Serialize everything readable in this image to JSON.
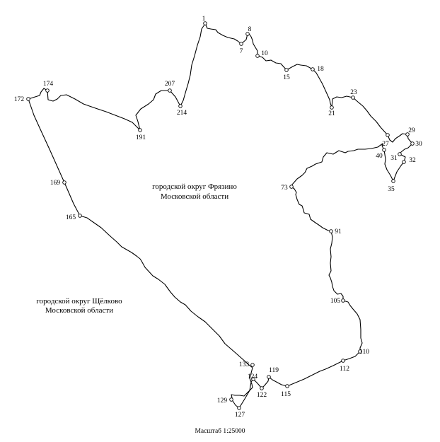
{
  "map": {
    "areas": [
      {
        "id": "fryazino",
        "lines": [
          "городской округ Фрязино",
          "Московской области"
        ]
      },
      {
        "id": "shchelkovo",
        "lines": [
          "городской округ Щёлково",
          "Московской области"
        ]
      }
    ],
    "scale_label": "Масштаб 1:25000",
    "point_labels": [
      "1",
      "7",
      "8",
      "10",
      "15",
      "18",
      "21",
      "23",
      "27",
      "29",
      "30",
      "31",
      "32",
      "35",
      "40",
      "73",
      "91",
      "105",
      "110",
      "112",
      "115",
      "119",
      "122",
      "124",
      "127",
      "129",
      "133",
      "165",
      "169",
      "172",
      "174",
      "191",
      "207",
      "214"
    ]
  }
}
